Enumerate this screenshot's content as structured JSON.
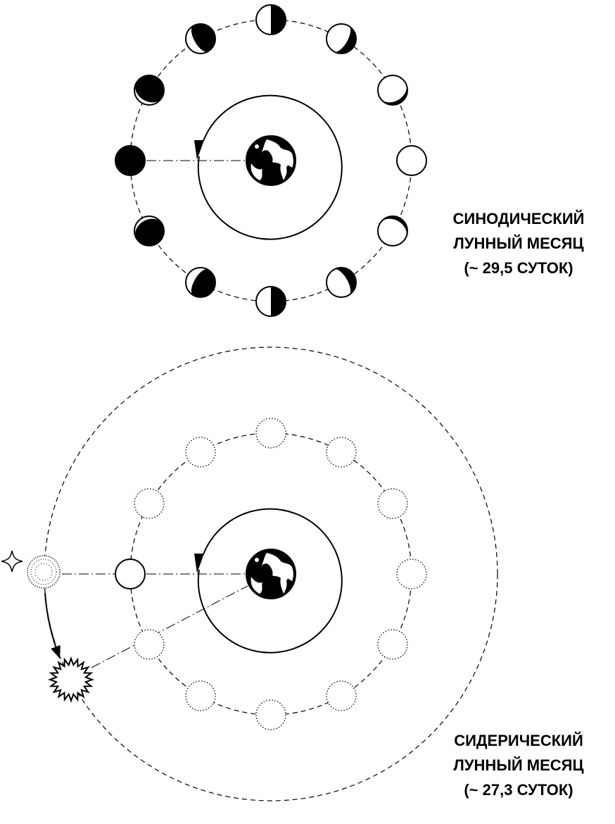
{
  "synodic": {
    "line1": "СИНОДИЧЕСКИЙ",
    "line2": "ЛУННЫЙ МЕСЯЦ",
    "line3": "(~ 29,5 СУТОК)",
    "moon_phases": [
      "new-moon",
      "waxing-crescent",
      "first-quarter",
      "waxing-gibbous",
      "full-moon-left",
      "waxing-gibbous-left",
      "last-quarter-left",
      "waning-crescent",
      "full-moon",
      "waning-crescent-right",
      "last-quarter",
      "waning-crescent-small"
    ]
  },
  "sidereal": {
    "line1": "СИДЕРИЧЕСКИЙ",
    "line2": "ЛУННЫЙ МЕСЯЦ",
    "line3": "(~ 27,3 СУТОК)"
  },
  "icons": {
    "earth": "earth-globe-icon",
    "star": "four-point-star-icon",
    "sun": "sun-icon"
  },
  "colors": {
    "ink": "#000000",
    "paper": "#ffffff"
  }
}
